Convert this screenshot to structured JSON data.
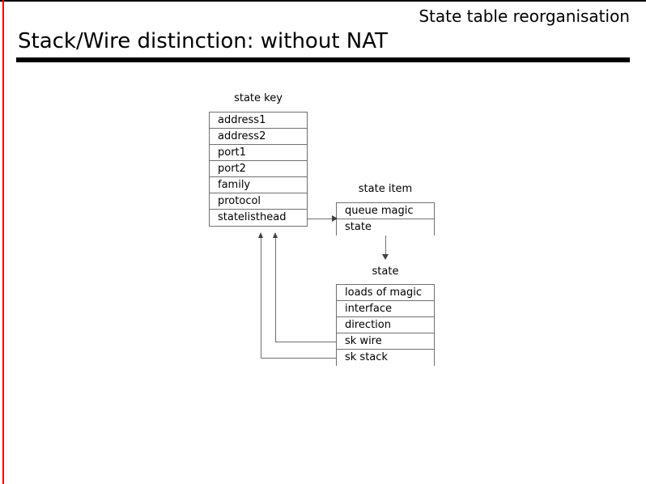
{
  "slide": {
    "header": "State table reorganisation",
    "title": "Stack/Wire distinction: without NAT",
    "accent_red": "#ff0000",
    "rule_color": "#000000",
    "text_color": "#000000",
    "box_border_color": "#707070",
    "background": "#ffffff"
  },
  "diagram": {
    "boxes": [
      {
        "id": "state-key",
        "label": "state key",
        "rows": [
          "address1",
          "address2",
          "port1",
          "port2",
          "family",
          "protocol",
          "statelisthead"
        ]
      },
      {
        "id": "state-item",
        "label": "state item",
        "rows": [
          "queue magic",
          "state"
        ]
      },
      {
        "id": "state",
        "label": "state",
        "rows": [
          "loads of magic",
          "interface",
          "direction",
          "sk wire",
          "sk stack"
        ]
      }
    ],
    "connectors": [
      {
        "id": "statelisthead-to-state-item",
        "from": "state key.statelisthead",
        "to": "state item.queue magic",
        "arrow": "right"
      },
      {
        "id": "state-item-to-state",
        "from": "state item",
        "to": "state",
        "arrow": "down"
      },
      {
        "id": "sk-wire-to-statelisthead",
        "from": "state.sk wire",
        "to": "state key.statelisthead",
        "arrow": "up"
      },
      {
        "id": "sk-stack-to-statelisthead",
        "from": "state.sk stack",
        "to": "state key.statelisthead",
        "arrow": "up"
      }
    ]
  }
}
